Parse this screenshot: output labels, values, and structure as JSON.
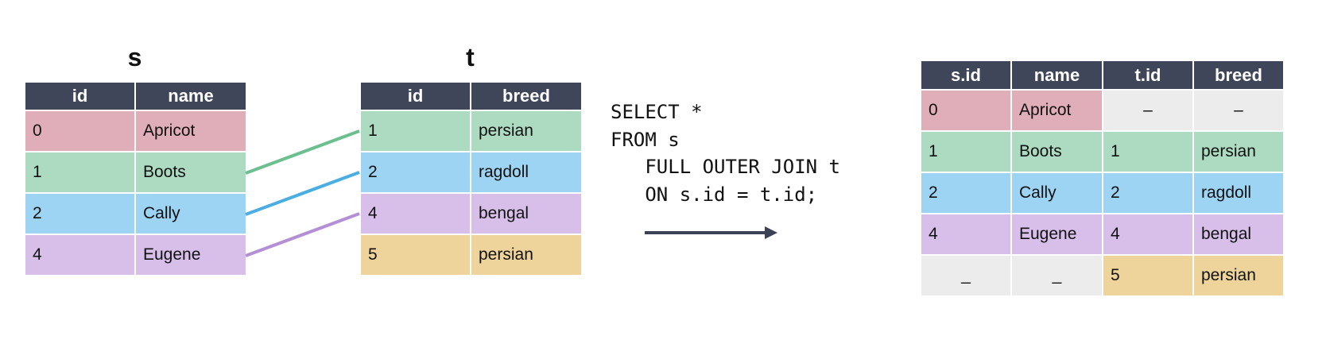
{
  "table_s": {
    "title": "s",
    "headers": [
      "id",
      "name"
    ],
    "rows": [
      {
        "cells": [
          "0",
          "Apricot"
        ],
        "color": "pink"
      },
      {
        "cells": [
          "1",
          "Boots"
        ],
        "color": "green"
      },
      {
        "cells": [
          "2",
          "Cally"
        ],
        "color": "blue"
      },
      {
        "cells": [
          "4",
          "Eugene"
        ],
        "color": "purple"
      }
    ]
  },
  "table_t": {
    "title": "t",
    "headers": [
      "id",
      "breed"
    ],
    "rows": [
      {
        "cells": [
          "1",
          "persian"
        ],
        "color": "green"
      },
      {
        "cells": [
          "2",
          "ragdoll"
        ],
        "color": "blue"
      },
      {
        "cells": [
          "4",
          "bengal"
        ],
        "color": "purple"
      },
      {
        "cells": [
          "5",
          "persian"
        ],
        "color": "yellow"
      }
    ]
  },
  "query": {
    "line1": "SELECT *",
    "line2": "FROM s",
    "line3": "   FULL OUTER JOIN t",
    "line4": "   ON s.id = t.id;"
  },
  "result": {
    "headers": [
      "s.id",
      "name",
      "t.id",
      "breed"
    ],
    "rows": [
      {
        "cells": [
          "0",
          "Apricot",
          "–",
          "–"
        ],
        "colors": [
          "pink",
          "pink",
          "gray",
          "gray"
        ]
      },
      {
        "cells": [
          "1",
          "Boots",
          "1",
          "persian"
        ],
        "colors": [
          "green",
          "green",
          "green",
          "green"
        ]
      },
      {
        "cells": [
          "2",
          "Cally",
          "2",
          "ragdoll"
        ],
        "colors": [
          "blue",
          "blue",
          "blue",
          "blue"
        ]
      },
      {
        "cells": [
          "4",
          "Eugene",
          "4",
          "bengal"
        ],
        "colors": [
          "purple",
          "purple",
          "purple",
          "purple"
        ]
      },
      {
        "cells": [
          "_",
          "_",
          "5",
          "persian"
        ],
        "colors": [
          "gray",
          "gray",
          "yellow",
          "yellow"
        ]
      }
    ]
  },
  "colors": {
    "header_bg": "#404659",
    "pink": "#e0aeb8",
    "green": "#acdbc2",
    "blue": "#9dd3f3",
    "purple": "#d7bfea",
    "yellow": "#eed49a",
    "gray": "#ececec",
    "link_green": "#6cbf8f",
    "link_blue": "#4aaee2",
    "link_purple": "#b58fd6",
    "arrow": "#3b4256"
  }
}
